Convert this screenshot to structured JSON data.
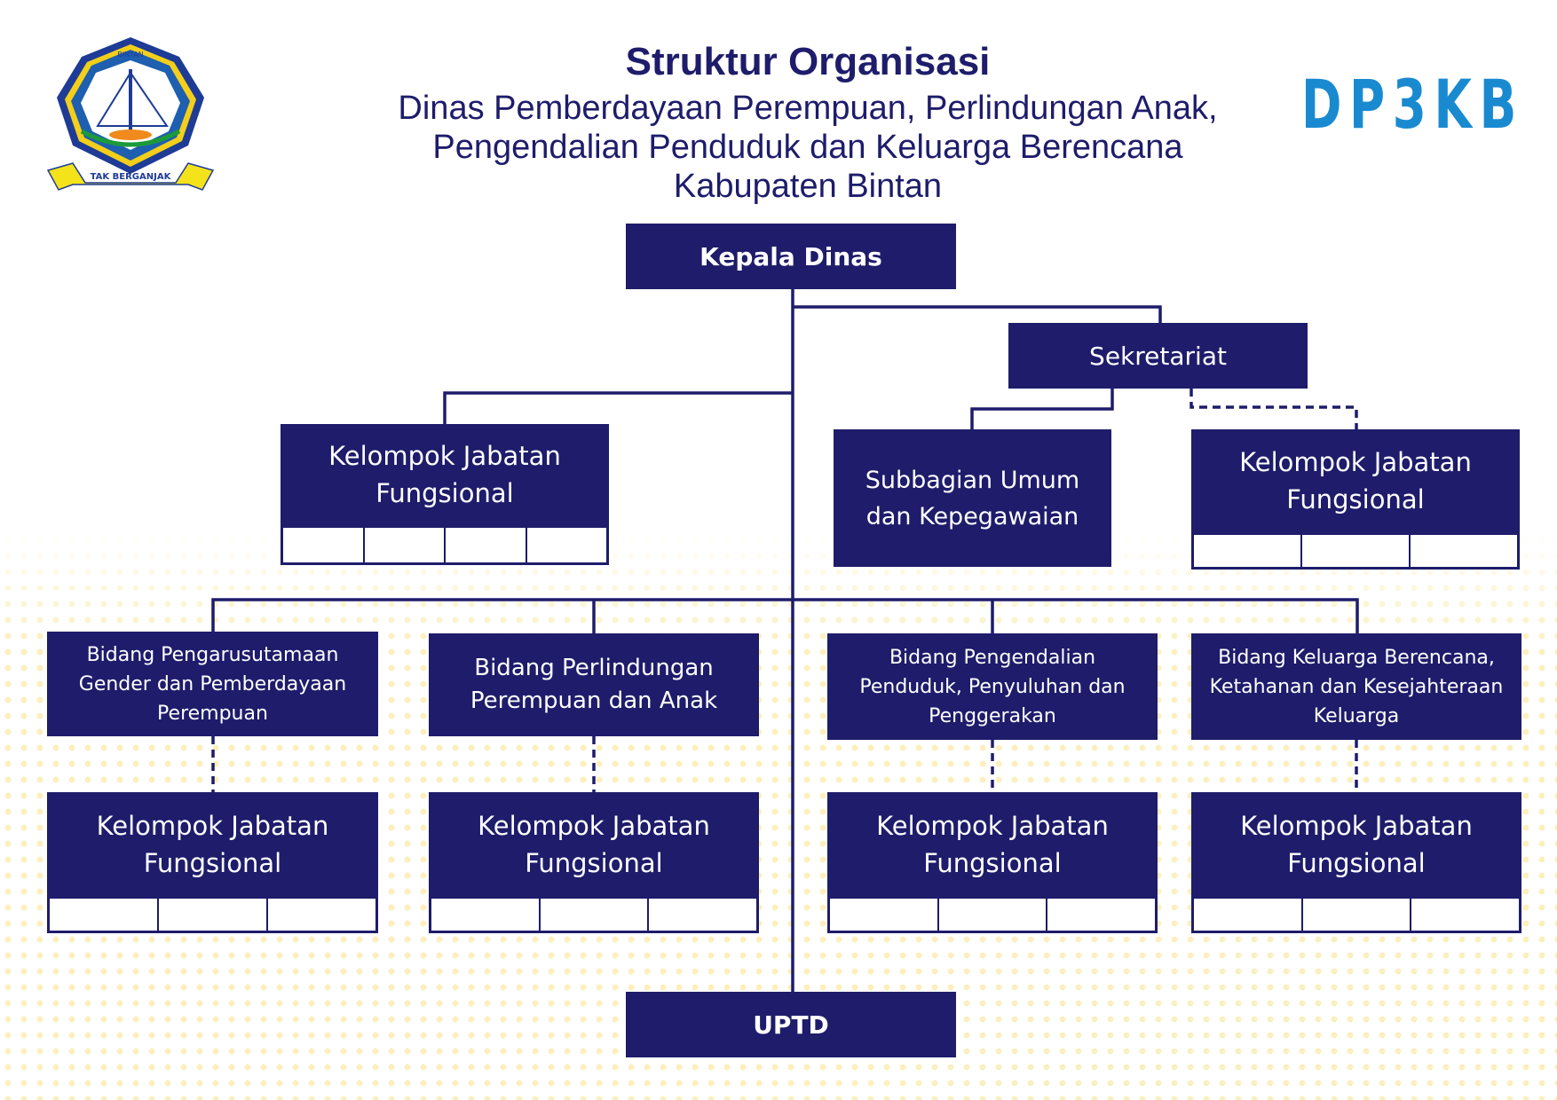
{
  "header": {
    "title": "Struktur Organisasi",
    "subtitle_lines": [
      "Dinas Pemberdayaan Perempuan, Perlindungan Anak,",
      "Pengendalian Penduduk dan Keluarga Berencana",
      "Kabupaten Bintan"
    ]
  },
  "logos": {
    "right_text": "DP3KB",
    "emblem": {
      "top_text": "BINTAN",
      "ribbon_text": "TAK BERGANJAK"
    }
  },
  "nodes": {
    "head": "Kepala Dinas",
    "secretariat": "Sekretariat",
    "jf_left": "Kelompok Jabatan Fungsional",
    "subbag": "Subbagian Umum dan Kepegawaian",
    "jf_secretariat": "Kelompok Jabatan Fungsional",
    "bidang": [
      "Bidang Pengarusutamaan Gender dan Pemberdayaan Perempuan",
      "Bidang Perlindungan Perempuan dan Anak",
      "Bidang Pengendalian Penduduk, Penyuluhan dan Penggerakan",
      "Bidang Keluarga Berencana, Ketahanan dan Kesejahteraan Keluarga"
    ],
    "jf_bidang": [
      "Kelompok Jabatan Fungsional",
      "Kelompok Jabatan Fungsional",
      "Kelompok Jabatan Fungsional",
      "Kelompok Jabatan Fungsional"
    ],
    "uptd": "UPTD"
  },
  "colors": {
    "node_fill": "#1e1c6b",
    "node_text": "#ffffff",
    "accent_logo": "#1a8ad0",
    "pattern": "#fdeeb8"
  }
}
